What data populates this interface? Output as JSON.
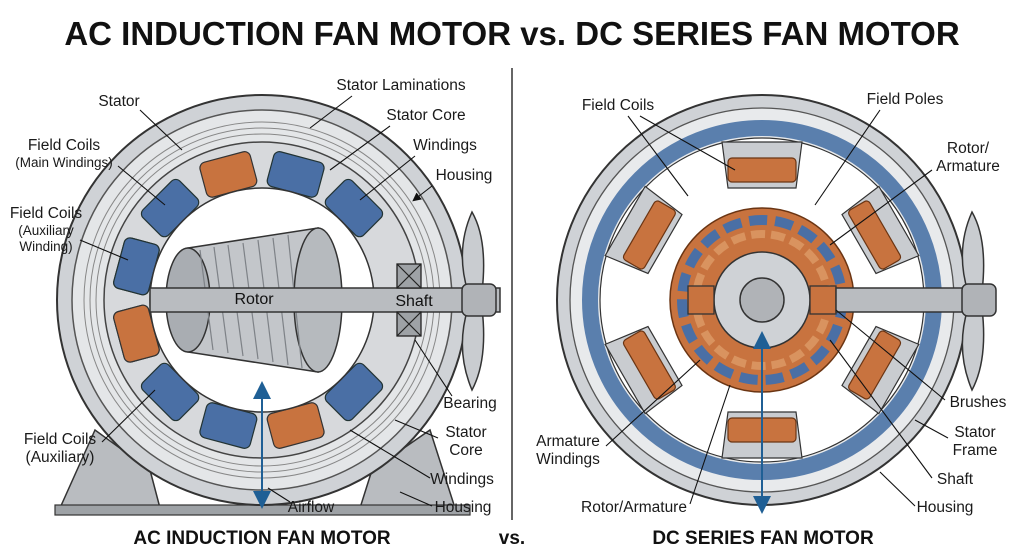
{
  "title": "AC INDUCTION FAN MOTOR vs. DC SERIES FAN MOTOR",
  "ac": {
    "caption": "AC INDUCTION FAN MOTOR",
    "labels": {
      "stator": "Stator",
      "stator_laminations": "Stator Laminations",
      "stator_core_top": "Stator Core",
      "windings_top": "Windings",
      "housing_top": "Housing",
      "field_coils_main_1": "Field Coils",
      "field_coils_main_2": "(Main Windings)",
      "field_coils_aux_1": "Field Coils",
      "field_coils_aux_2": "(Auxiliary",
      "field_coils_aux_3": "Winding)",
      "rotor": "Rotor",
      "shaft": "Shaft",
      "bearing": "Bearing",
      "stator_core_bottom_1": "Stator",
      "stator_core_bottom_2": "Core",
      "windings_bottom": "Windings",
      "housing_bottom": "Housing",
      "airflow": "Airflow",
      "field_coils_bottom_1": "Field Coils",
      "field_coils_bottom_2": "(Auxiliary)"
    }
  },
  "divider_label": "vs.",
  "dc": {
    "caption": "DC SERIES FAN MOTOR",
    "labels": {
      "field_coils": "Field Coils",
      "field_poles": "Field Poles",
      "rotor_armature_1": "Rotor/",
      "rotor_armature_2": "Armature",
      "armature_windings_1": "Armature",
      "armature_windings_2": "Windings",
      "rotor_armature_bottom": "Rotor/Armature",
      "brushes": "Brushes",
      "stator_frame_1": "Stator",
      "stator_frame_2": "Frame",
      "shaft": "Shaft",
      "housing": "Housing"
    }
  },
  "colors": {
    "copper": "#c8733f",
    "blue_winding": "#4a6fa5",
    "steel": "#c9ccd0",
    "dark_steel": "#8a8e93",
    "frame_blue": "#5a7fad",
    "airflow_arrow": "#1f5f95"
  }
}
